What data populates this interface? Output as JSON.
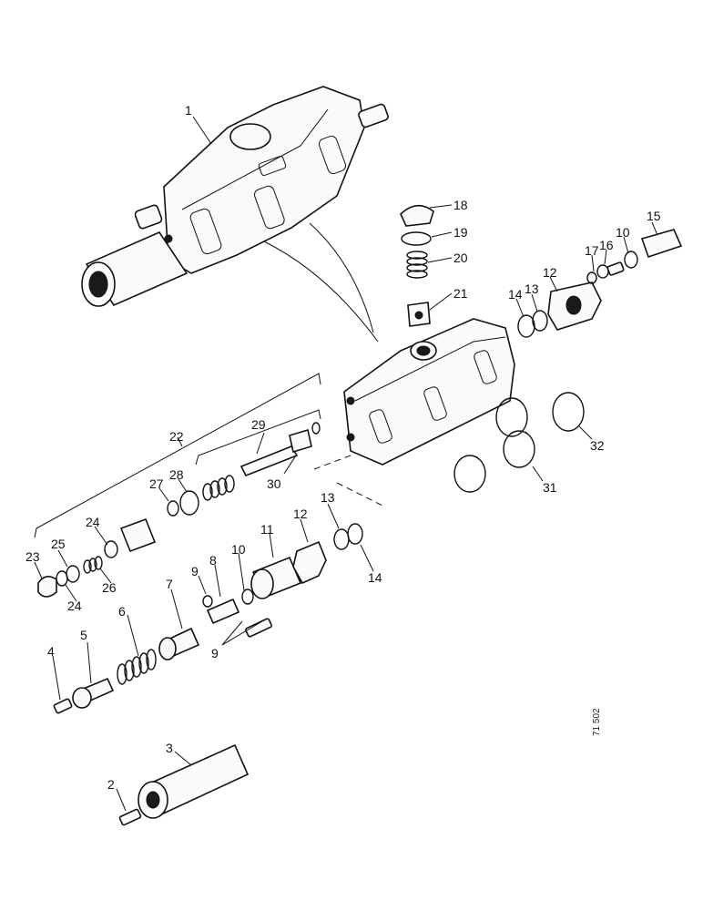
{
  "drawing_code": "71 502",
  "callouts": [
    {
      "id": "c1",
      "text": "1"
    },
    {
      "id": "c2",
      "text": "2"
    },
    {
      "id": "c3",
      "text": "3"
    },
    {
      "id": "c4",
      "text": "4"
    },
    {
      "id": "c5",
      "text": "5"
    },
    {
      "id": "c6",
      "text": "6"
    },
    {
      "id": "c7",
      "text": "7"
    },
    {
      "id": "c8",
      "text": "8"
    },
    {
      "id": "c9a",
      "text": "9"
    },
    {
      "id": "c9b",
      "text": "9"
    },
    {
      "id": "c10a",
      "text": "10"
    },
    {
      "id": "c10b",
      "text": "10"
    },
    {
      "id": "c11",
      "text": "11"
    },
    {
      "id": "c12a",
      "text": "12"
    },
    {
      "id": "c12b",
      "text": "12"
    },
    {
      "id": "c13a",
      "text": "13"
    },
    {
      "id": "c13b",
      "text": "13"
    },
    {
      "id": "c14a",
      "text": "14"
    },
    {
      "id": "c14b",
      "text": "14"
    },
    {
      "id": "c15",
      "text": "15"
    },
    {
      "id": "c16",
      "text": "16"
    },
    {
      "id": "c17",
      "text": "17"
    },
    {
      "id": "c18",
      "text": "18"
    },
    {
      "id": "c19",
      "text": "19"
    },
    {
      "id": "c20",
      "text": "20"
    },
    {
      "id": "c21",
      "text": "21"
    },
    {
      "id": "c22",
      "text": "22"
    },
    {
      "id": "c23",
      "text": "23"
    },
    {
      "id": "c24a",
      "text": "24"
    },
    {
      "id": "c24b",
      "text": "24"
    },
    {
      "id": "c25",
      "text": "25"
    },
    {
      "id": "c26",
      "text": "26"
    },
    {
      "id": "c27",
      "text": "27"
    },
    {
      "id": "c28",
      "text": "28"
    },
    {
      "id": "c29",
      "text": "29"
    },
    {
      "id": "c30",
      "text": "30"
    },
    {
      "id": "c31",
      "text": "31"
    },
    {
      "id": "c32",
      "text": "32"
    }
  ]
}
